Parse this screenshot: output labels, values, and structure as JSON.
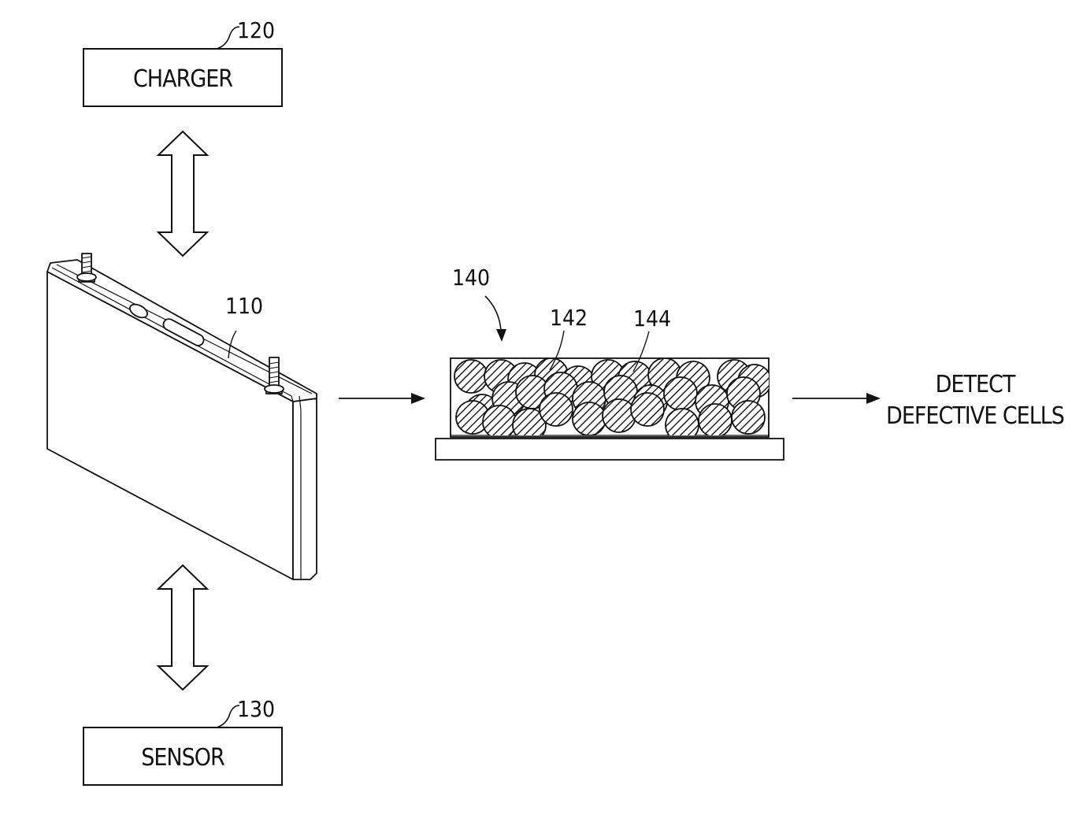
{
  "charger": {
    "label": "CHARGER",
    "ref": "120"
  },
  "sensor": {
    "label": "SENSOR",
    "ref": "130"
  },
  "battery": {
    "ref": "110"
  },
  "analyzer": {
    "ref": "140",
    "ref_a": "142",
    "ref_b": "144"
  },
  "output": {
    "line1": "DETECT",
    "line2": "DEFECTIVE CELLS"
  }
}
